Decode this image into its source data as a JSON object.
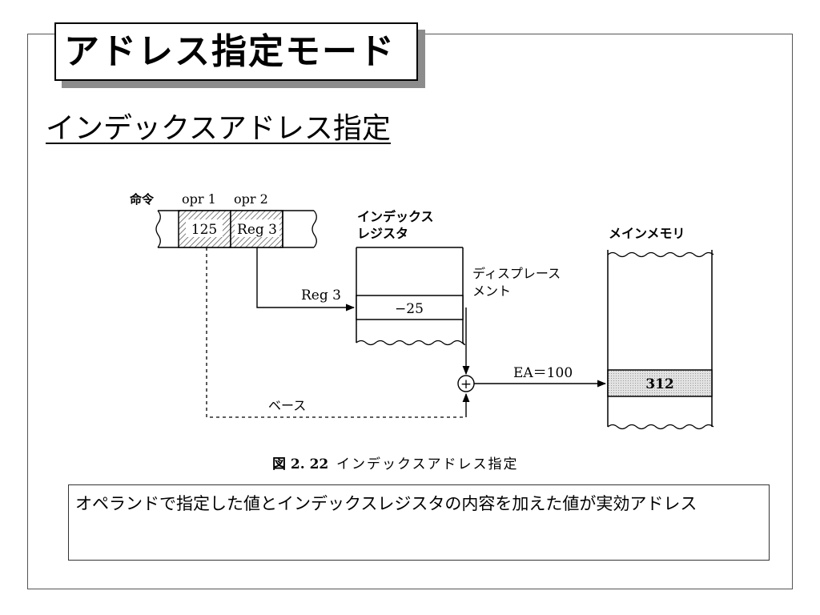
{
  "title": "アドレス指定モード",
  "subtitle": "インデックスアドレス指定",
  "diagram": {
    "instruction_label": "命令",
    "opr1_label": "opr 1",
    "opr2_label": "opr 2",
    "opr1_value": "125",
    "opr2_value": "Reg 3",
    "index_register_title_1": "インデックス",
    "index_register_title_2": "レジスタ",
    "index_register_value": "−25",
    "displacement_label_1": "ディスプレース",
    "displacement_label_2": "メント",
    "reg_arrow_label": "Reg 3",
    "base_label": "ベース",
    "adder_symbol": "+",
    "ea_label": "EA＝100",
    "main_memory_title": "メインメモリ",
    "memory_value": "312",
    "caption_number": "図 2. 22",
    "caption_text": "インデックスアドレス指定"
  },
  "note": "オペランドで指定した値とインデックスレジスタの内容を加えた値が実効アドレス"
}
